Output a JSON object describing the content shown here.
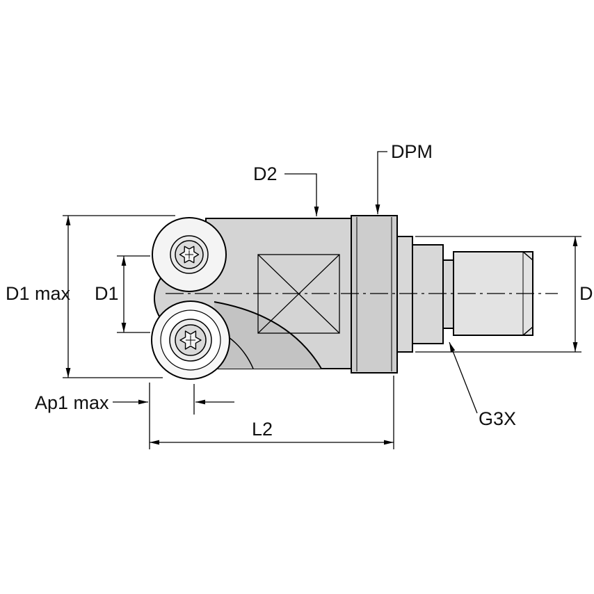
{
  "diagram": {
    "type": "technical-drawing",
    "subject": "Modular ball-nose end mill with screw-on threaded shank, side view with dimension callouts",
    "labels": {
      "d1_max": "D1 max",
      "d1": "D1",
      "ap1_max": "Ap1 max",
      "l2": "L2",
      "d2": "D2",
      "dpm": "DPM",
      "d": "D",
      "g3x": "G3X"
    },
    "colors": {
      "line": "#000000",
      "body_fill": "#d4d4d4",
      "flange_fill": "#cdcdcd",
      "shank_fill": "#d8d8d8",
      "thread_fill": "#e3e3e3",
      "gash_fill": "#c3c3c3",
      "insert_fill": "#f5f5f5",
      "screw_fill": "#dcdcdc",
      "background": "#ffffff"
    }
  }
}
